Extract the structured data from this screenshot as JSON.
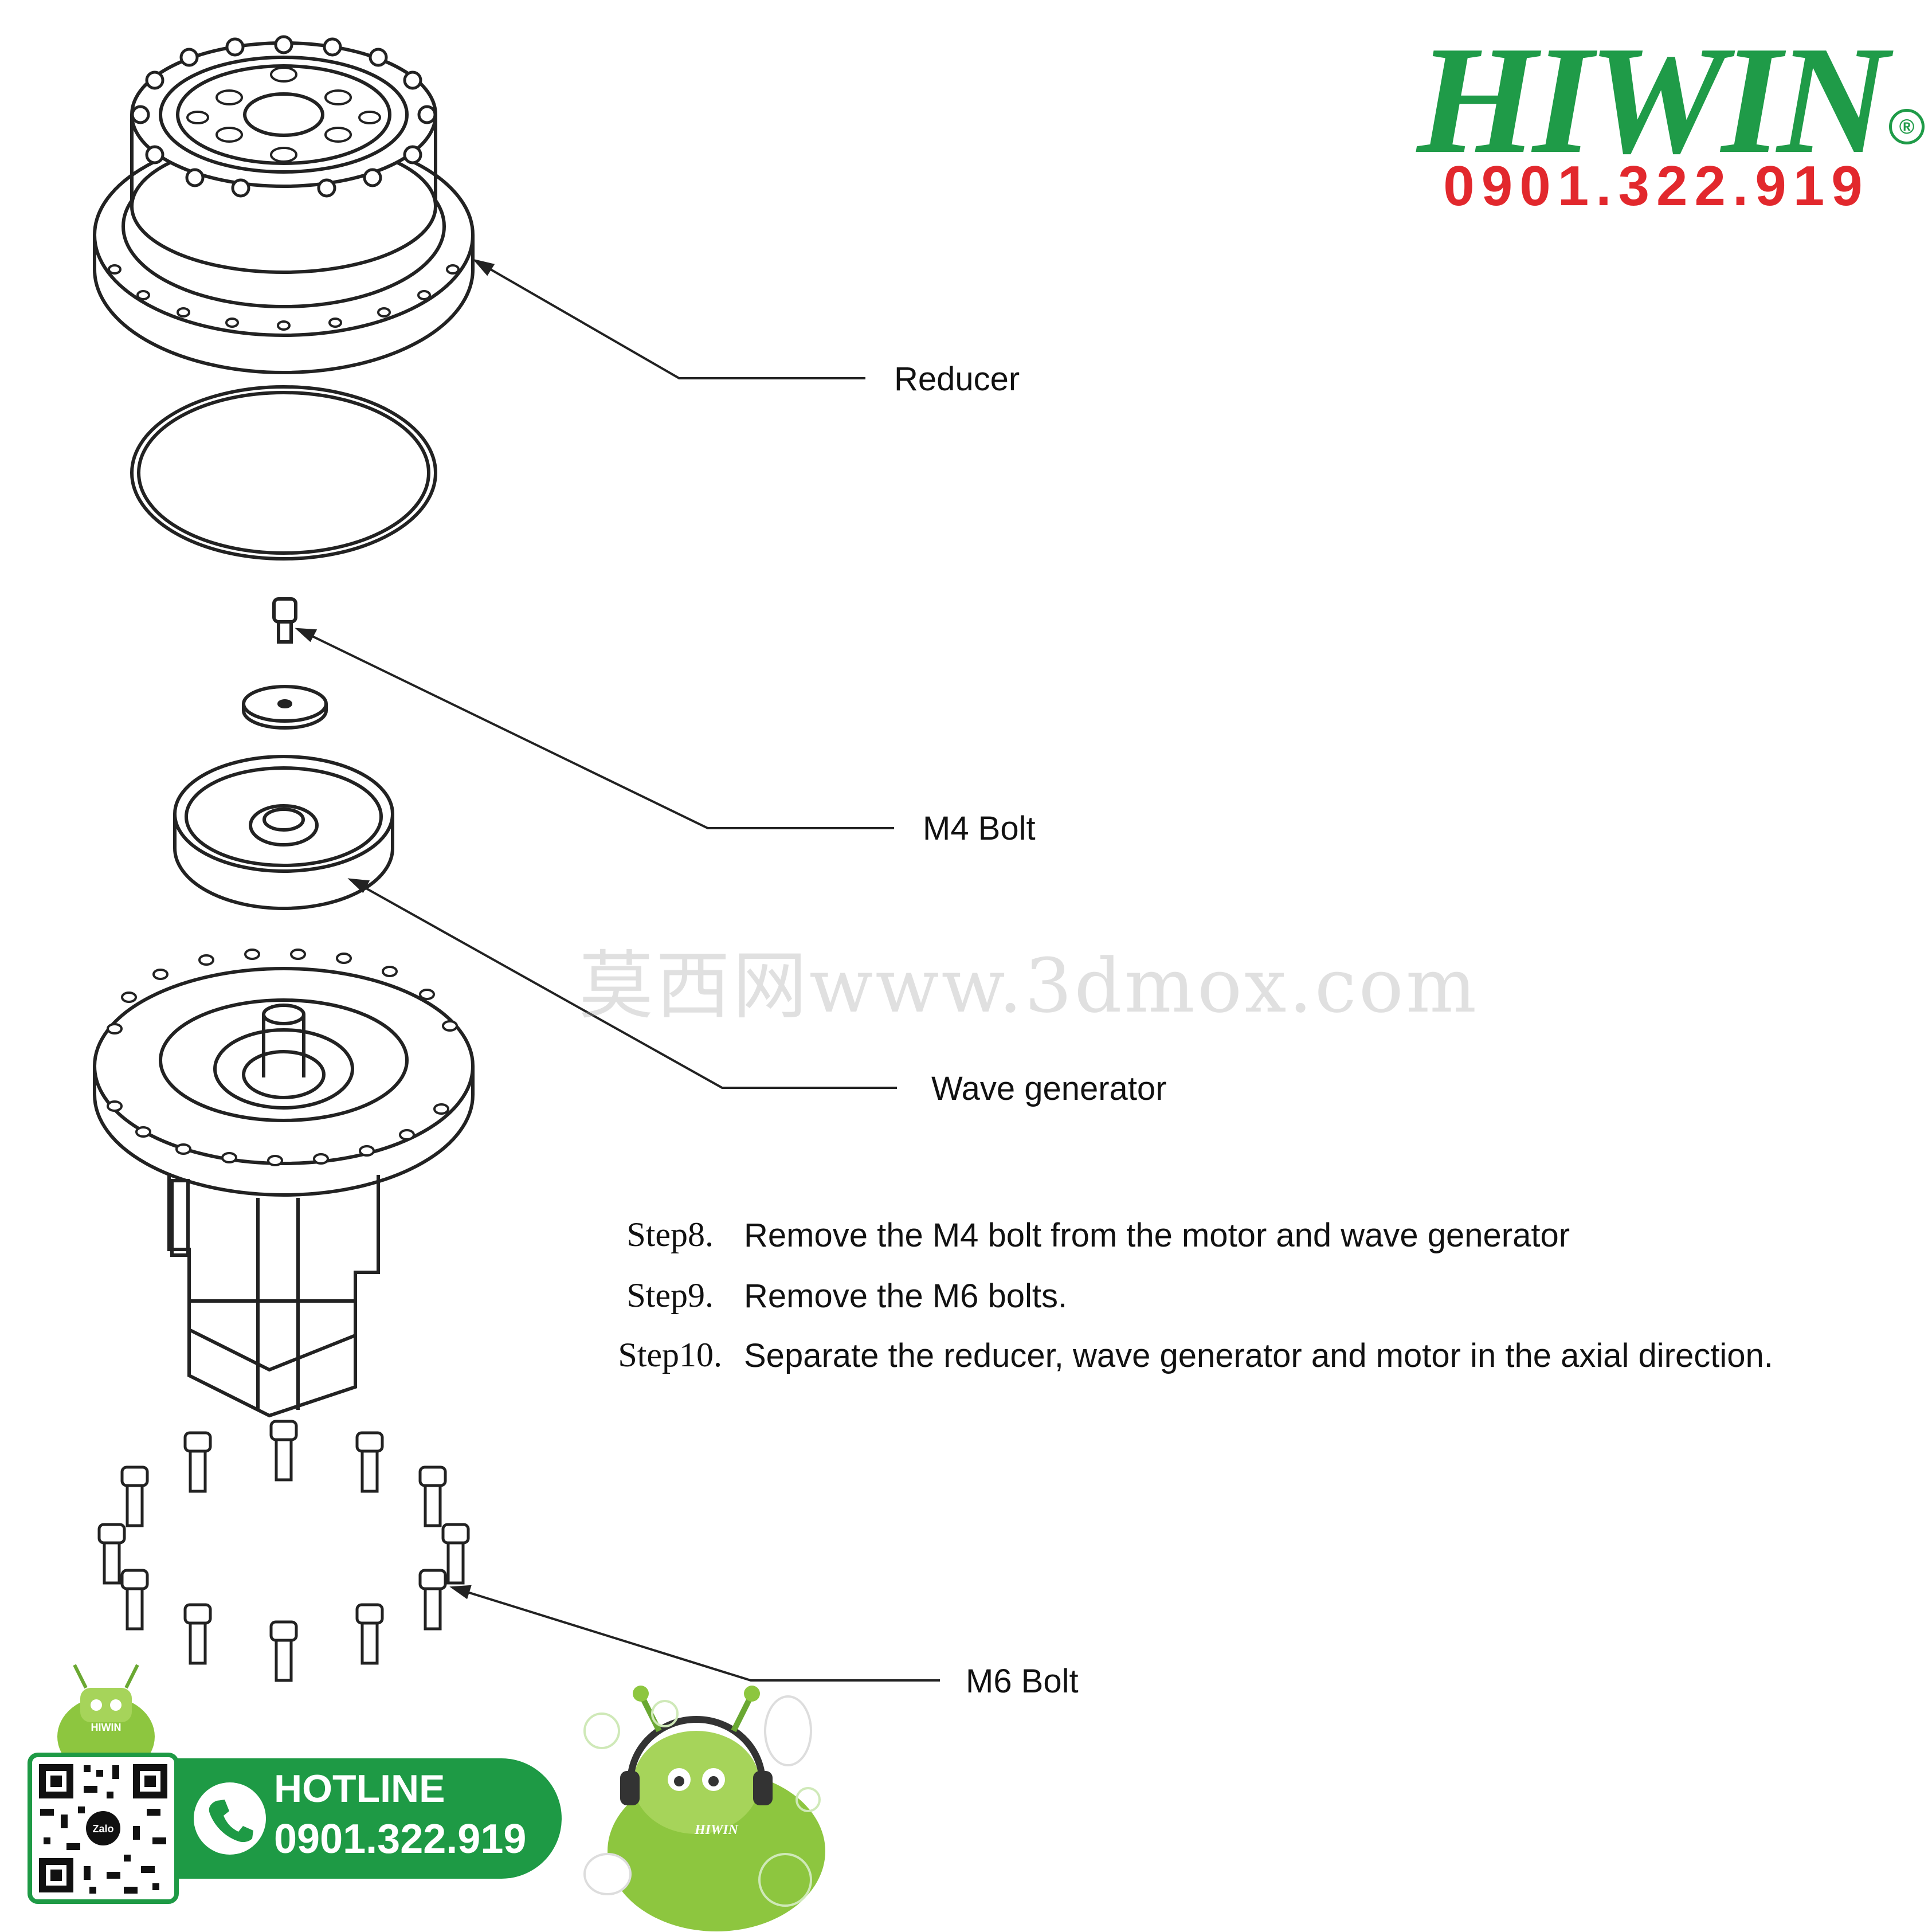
{
  "brand": {
    "name": "HIWIN",
    "phone": "0901.322.919",
    "registered_mark": "®"
  },
  "labels": {
    "reducer": "Reducer",
    "m4_bolt": "M4 Bolt",
    "wave_generator": "Wave generator",
    "m6_bolt": "M6 Bolt"
  },
  "steps": [
    {
      "key": "Step8.",
      "text": "Remove the M4 bolt from the motor and wave generator"
    },
    {
      "key": "Step9.",
      "text": "Remove the M6 bolts."
    },
    {
      "key": "Step10.",
      "text": "Separate the reducer, wave generator and motor in the axial direction."
    }
  ],
  "watermark": "莫西网www.3dmox.com",
  "hotline": {
    "title": "HOTLINE",
    "number": "0901.322.919"
  },
  "mascot_badge": "HIWIN",
  "qr_badge": "Zalo",
  "colors": {
    "brand_green": "#1f9b48",
    "phone_red": "#e2282d",
    "line": "#222222"
  },
  "icons": [
    "phone-icon",
    "qr-code-icon",
    "mascot-robot-icon"
  ]
}
